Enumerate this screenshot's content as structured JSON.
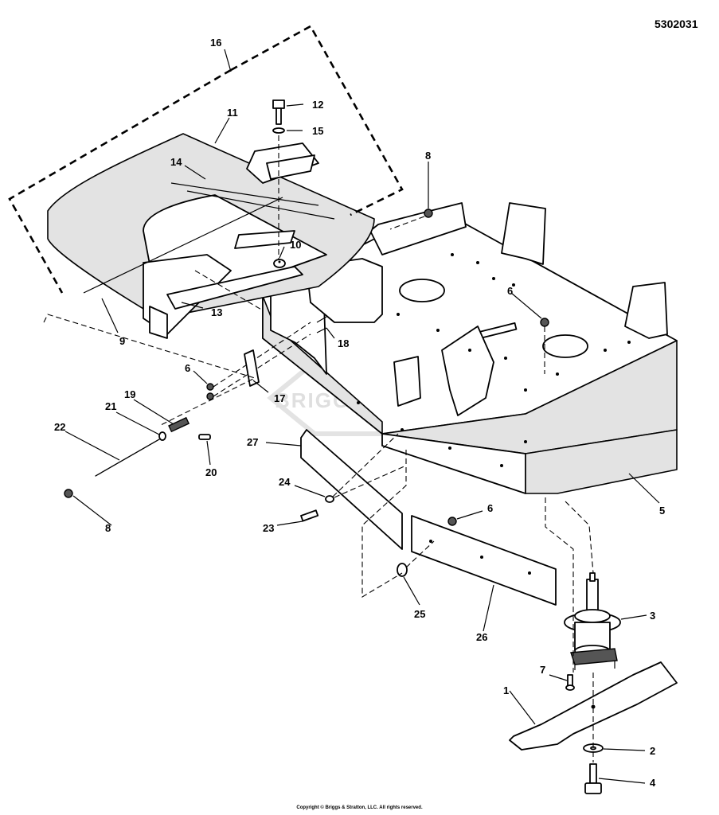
{
  "diagram_id": "5302031",
  "copyright": "Copyright © Briggs & Stratton, LLC. All rights reserved.",
  "watermark": "BRIGGS & STRATTON",
  "callouts": [
    "16",
    "11",
    "12",
    "15",
    "14",
    "8",
    "10",
    "9",
    "13",
    "6",
    "18",
    "17",
    "19",
    "21",
    "22",
    "20",
    "27",
    "24",
    "23",
    "6",
    "25",
    "26",
    "5",
    "3",
    "7",
    "1",
    "2",
    "4",
    "8",
    "6"
  ]
}
